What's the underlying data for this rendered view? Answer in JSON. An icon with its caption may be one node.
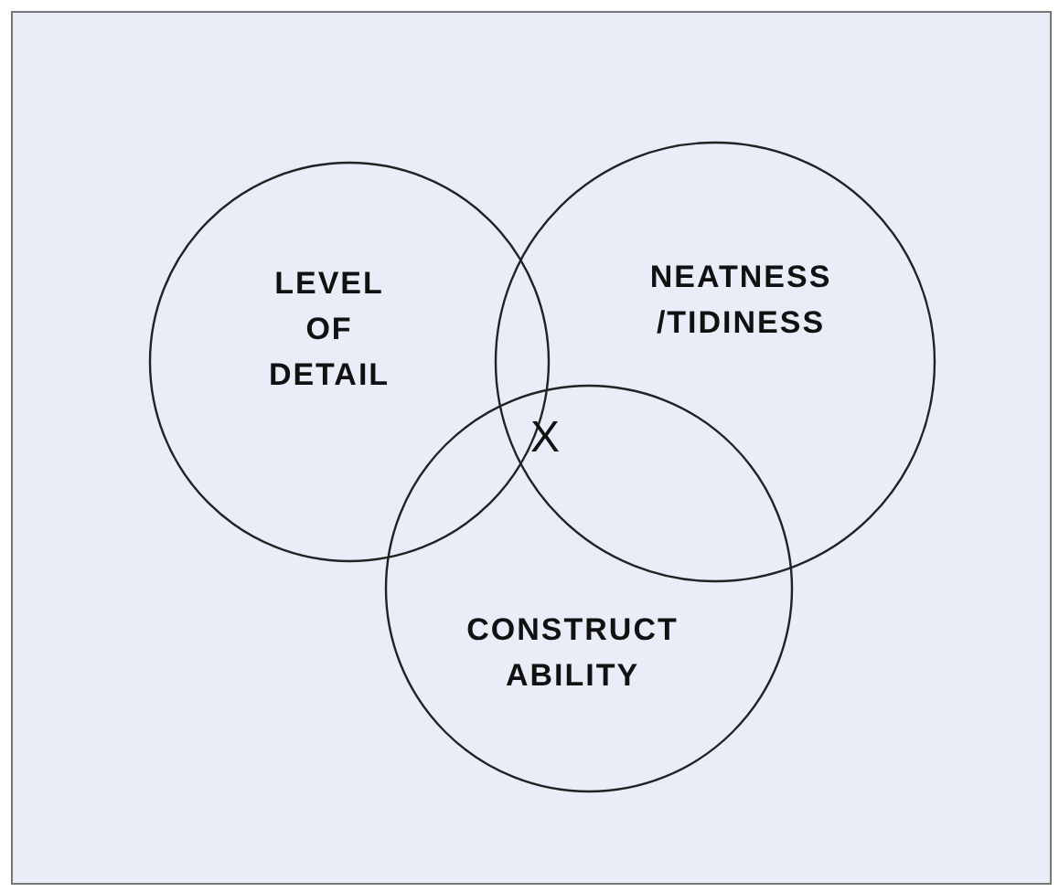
{
  "diagram": {
    "nodes": [
      {
        "text": [
          "LEVEL OF DETAIL"
        ]
      },
      {
        "text": [
          "NEATNESS /TIDINESS"
        ]
      },
      {
        "text": [
          "CONSTRUCT ABILITY"
        ]
      }
    ],
    "labels": [
      "X"
    ]
  }
}
